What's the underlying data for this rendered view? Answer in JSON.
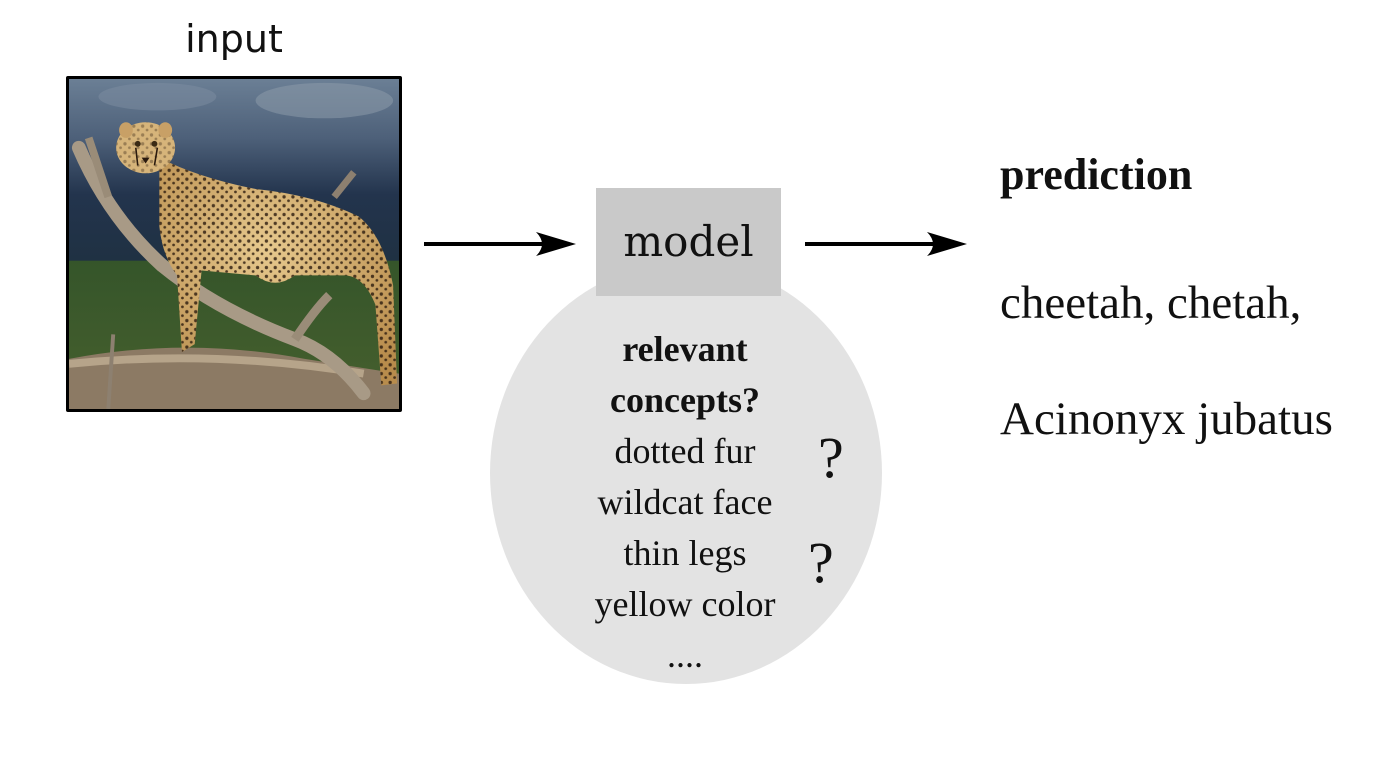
{
  "input": {
    "label": "input",
    "image": "cheetah standing on a branch photo"
  },
  "model": {
    "label": "model"
  },
  "concepts": {
    "title_line1": "relevant",
    "title_line2": "concepts?",
    "items": [
      "dotted fur",
      "wildcat face",
      "thin legs",
      "yellow color",
      "...."
    ],
    "question_mark": "?"
  },
  "prediction": {
    "title": "prediction",
    "text_line1": "cheetah, chetah,",
    "text_line2": "Acinonyx jubatus"
  },
  "colors": {
    "model_box": "#c9c9c9",
    "concepts_blob": "#e3e3e3",
    "arrow": "#000000"
  }
}
